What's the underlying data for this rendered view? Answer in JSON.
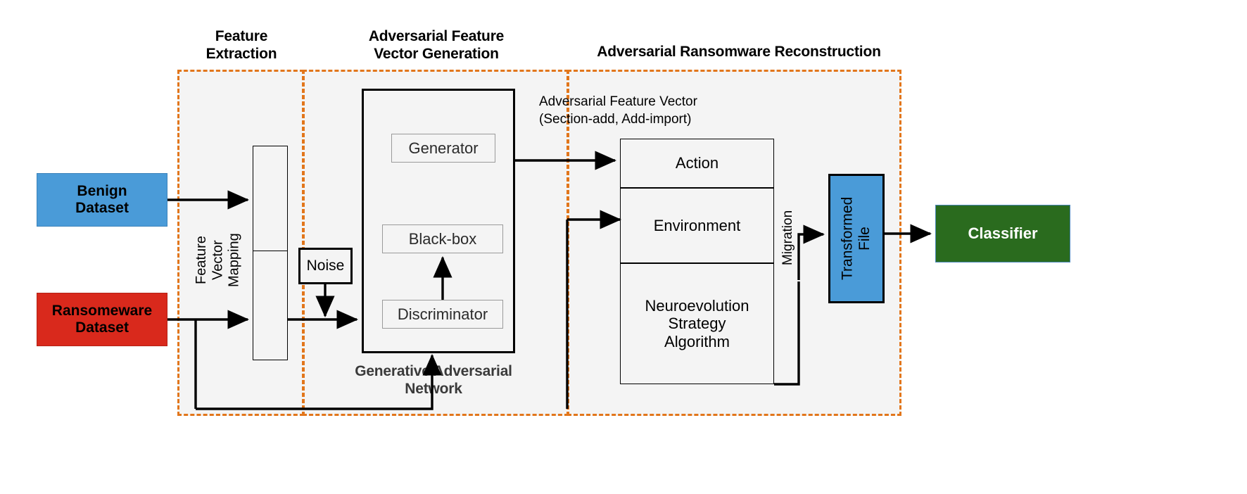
{
  "diagram": {
    "title_phase_1": "Feature\nExtraction",
    "phases": [
      {
        "id": "feature-extraction",
        "label": "Feature\nExtraction"
      },
      {
        "id": "adversarial-feature-vector-generation",
        "label": "Adversarial Feature\nVector Generation"
      },
      {
        "id": "adversarial-ransomware-reconstruction",
        "label": "Adversarial Ransomware Reconstruction"
      }
    ],
    "inputs": [
      {
        "id": "benign-dataset",
        "label": "Benign\nDataset",
        "color": "#4A9BD8"
      },
      {
        "id": "ransomeware-dataset",
        "label": "Ransomeware\nDataset",
        "color": "#D9291C"
      }
    ],
    "feature_vector_mapping": {
      "label": "Feature\nVector\nMapping"
    },
    "noise": {
      "label": "Noise"
    },
    "gan": {
      "caption": "Generative Adversarial\nNetwork",
      "nodes": [
        {
          "id": "generator",
          "label": "Generator"
        },
        {
          "id": "black-box",
          "label": "Black-box"
        },
        {
          "id": "discriminator",
          "label": "Discriminator"
        }
      ]
    },
    "edge_labels": {
      "adversarial_feature_vector": "Adversarial Feature Vector\n(Section-add, Add-import)",
      "migration": "Migration"
    },
    "rl_stack": [
      {
        "id": "action",
        "label": "Action"
      },
      {
        "id": "environment",
        "label": "Environment"
      },
      {
        "id": "neuroevolution-strategy-algorithm",
        "label": "Neuroevolution\nStrategy\nAlgorithm"
      }
    ],
    "transformed_file": {
      "label": "Transformed\nFile",
      "color": "#4A9BD8"
    },
    "classifier": {
      "label": "Classifier",
      "color": "#2A6B1E"
    },
    "accent_colors": {
      "phase_border": "#E2761B",
      "panel_fill": "#F4F4F4",
      "blue": "#4A9BD8",
      "red": "#D9291C",
      "green": "#2A6B1E"
    }
  }
}
